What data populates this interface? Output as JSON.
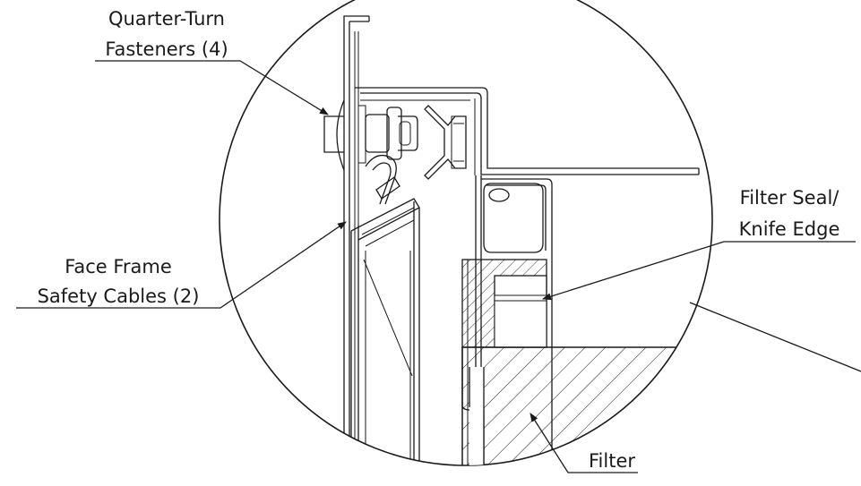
{
  "callouts": {
    "fasteners": {
      "line1": "Quarter-Turn",
      "line2": "Fasteners (4)"
    },
    "cables": {
      "line1": "Face Frame",
      "line2": "Safety Cables (2)"
    },
    "seal": {
      "line1": "Filter Seal/",
      "line2": "Knife Edge"
    },
    "filter": {
      "line1": "Filter"
    }
  },
  "colors": {
    "ink": "#1a1a1a",
    "background": "#ffffff"
  }
}
